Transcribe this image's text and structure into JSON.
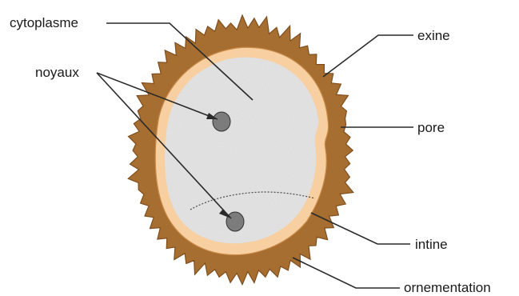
{
  "labels": {
    "cytoplasme": "cytoplasme",
    "noyaux": "noyaux",
    "exine": "exine",
    "pore": "pore",
    "intine": "intine",
    "ornementation": "ornementation"
  },
  "colors": {
    "exine": "#a86a2c",
    "exine_edge": "#7a4718",
    "intine": "#f7cfa0",
    "intine_edge": "#c98a47",
    "cytoplasm": "#e6e6e6",
    "nucleus": "#7c7c7c"
  }
}
